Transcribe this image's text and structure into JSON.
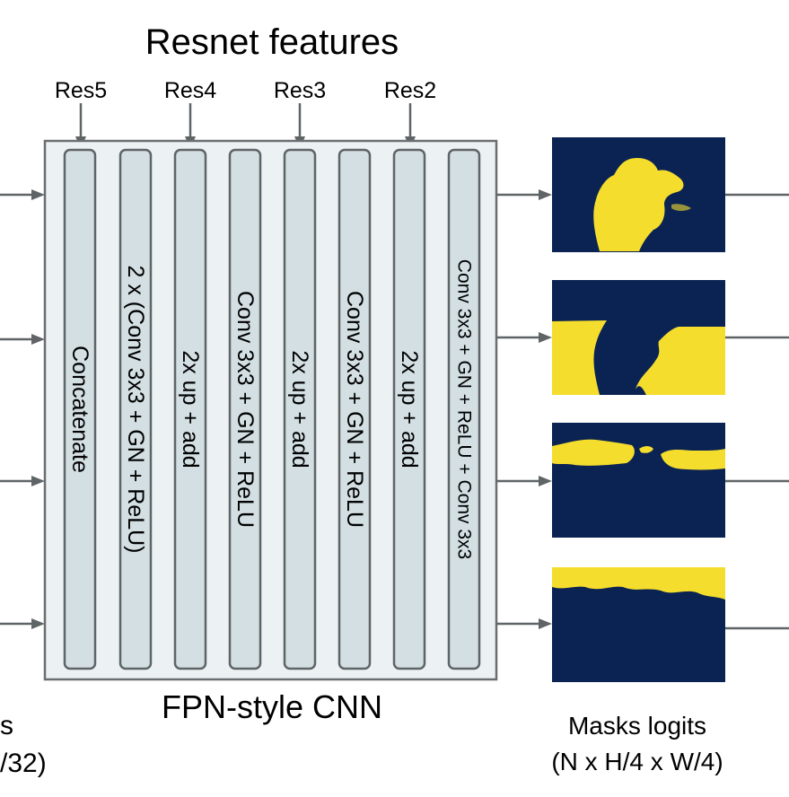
{
  "diagram": {
    "title": "Resnet features",
    "resnet_inputs": [
      "Res5",
      "Res4",
      "Res3",
      "Res2"
    ],
    "columns": [
      "Concatenate",
      "2 x (Conv 3x3 + GN + ReLU)",
      "2x up + add",
      "Conv 3x3 + GN + ReLU",
      "2x up + add",
      "Conv 3x3 + GN + ReLU",
      "2x up + add",
      "Conv 3x3 + GN + ReLU + Conv 3x3"
    ],
    "module_label": "FPN-style CNN",
    "left_caption": [
      "s",
      "/32)"
    ],
    "masks_caption": [
      "Masks logits",
      "(N x H/4 x W/4)"
    ],
    "colors": {
      "frame_fill": "#ecf1f3",
      "column_fill": "#d3dfe3",
      "stroke": "#5f6466",
      "mask_background": "#0b2352",
      "mask_foreground": "#f5dd2e"
    }
  }
}
